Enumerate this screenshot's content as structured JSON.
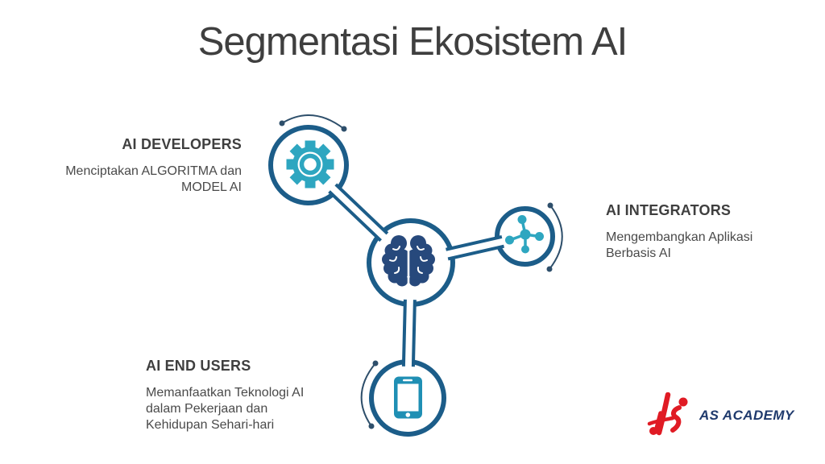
{
  "slide": {
    "title": "Segmentasi Ekosistem AI",
    "center_node": {
      "icon": "brain-icon"
    },
    "nodes": [
      {
        "id": "developers",
        "label": "AI DEVELOPERS",
        "description": "Menciptakan ALGORITMA dan MODEL AI",
        "icon": "gear-icon"
      },
      {
        "id": "integrators",
        "label": "AI INTEGRATORS",
        "description": "Mengembangkan Aplikasi Berbasis AI",
        "icon": "network-icon"
      },
      {
        "id": "end_users",
        "label": "AI END USERS",
        "description": "Memanfaatkan Teknologi AI dalam Pekerjaan dan Kehidupan Sehari-hari",
        "icon": "smartphone-icon"
      }
    ],
    "footer_logo": {
      "text": "AS ACADEMY"
    }
  },
  "colors": {
    "background": "#ffffff",
    "primary": "#1c5d89",
    "teal": "#2ea6c0",
    "phone_teal": "#1f8fb4",
    "brain_navy": "#27497c",
    "arc": "#2e4f6b",
    "title_text": "#3f3f3f",
    "heading_text": "#3f3f3f",
    "body_text": "#4a4a4a",
    "logo_red": "#e01b24",
    "logo_navy": "#1f3a6d"
  }
}
